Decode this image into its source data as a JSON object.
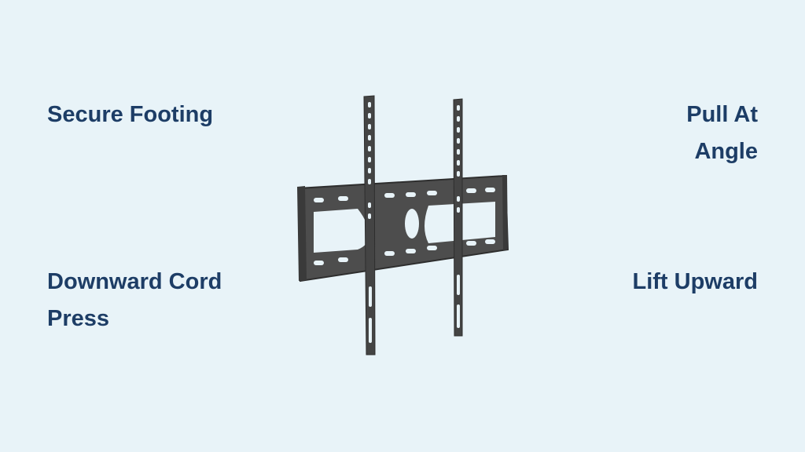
{
  "labels": {
    "top_left": "Secure Footing",
    "top_right": [
      "Pull At",
      "Angle"
    ],
    "bottom_left": [
      "Downward Cord",
      "Press"
    ],
    "bottom_right": "Lift Upward"
  },
  "colors": {
    "background": "#e8f3f8",
    "text": "#1d3d66",
    "mount": "#4a4a4a"
  },
  "illustration": "tv-wall-mount-icon"
}
